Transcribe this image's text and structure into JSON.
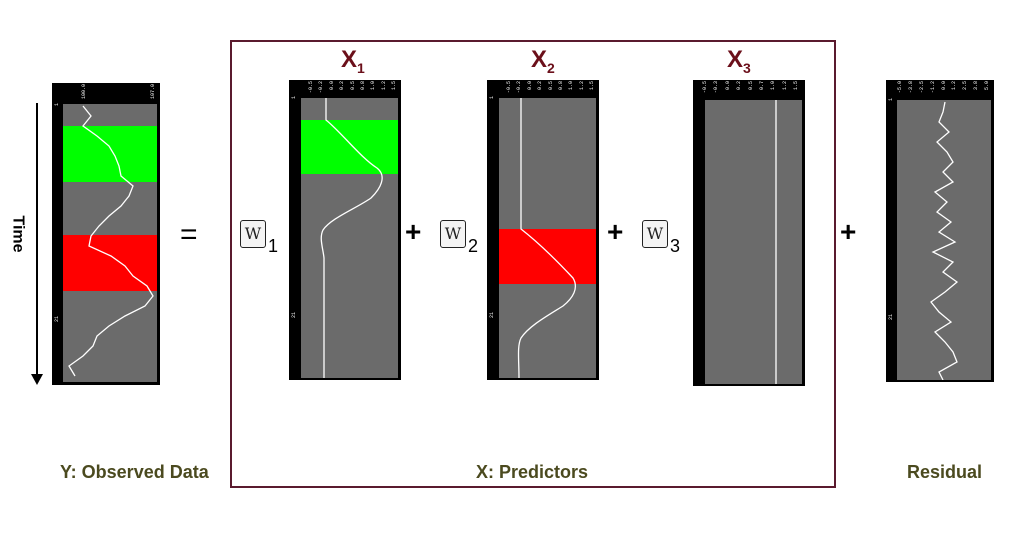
{
  "time_label": "Time",
  "equals_sign": "=",
  "plus_sign": "+",
  "weight_symbol": "W",
  "weight_subscripts": [
    "1",
    "2",
    "3"
  ],
  "captions": {
    "observed": "Y: Observed Data",
    "predictors": "X: Predictors",
    "residual": "Residual"
  },
  "predictor_titles": [
    {
      "main": "X",
      "sub": "1"
    },
    {
      "main": "X",
      "sub": "2"
    },
    {
      "main": "X",
      "sub": "3"
    }
  ],
  "colors": {
    "active_block": "#00ff00",
    "passive_block": "#ff0000",
    "plot_bg": "#6b6b6b",
    "frame": "#5a1a2e",
    "title": "#6b0f1a",
    "caption": "#4b4a1f"
  },
  "panels": {
    "y": {
      "ticks": [
        "100.0",
        "",
        "",
        "",
        "",
        "",
        "",
        "",
        "107.0"
      ],
      "time_labels": [
        "1",
        "21"
      ]
    },
    "x1": {
      "ticks": [
        "-0.5",
        "-0.2",
        "0.0",
        "0.2",
        "0.5",
        "0.8",
        "1.0",
        "1.2",
        "1.5"
      ],
      "time_labels": [
        "1",
        "21"
      ]
    },
    "x2": {
      "ticks": [
        "-0.5",
        "-0.2",
        "0.0",
        "0.2",
        "0.5",
        "0.8",
        "1.0",
        "1.2",
        "1.5"
      ],
      "time_labels": [
        "1",
        "21"
      ]
    },
    "x3": {
      "ticks": [
        "-0.5",
        "-0.3",
        "0.0",
        "0.2",
        "0.5",
        "0.7",
        "1.0",
        "1.2",
        "1.5"
      ],
      "time_labels": [
        "1",
        "21"
      ]
    },
    "res": {
      "ticks": [
        "-5.0",
        "-3.8",
        "-2.5",
        "-1.2",
        "0.0",
        "1.2",
        "2.5",
        "3.8",
        "5.0"
      ],
      "time_labels": [
        "1",
        "21"
      ]
    }
  }
}
